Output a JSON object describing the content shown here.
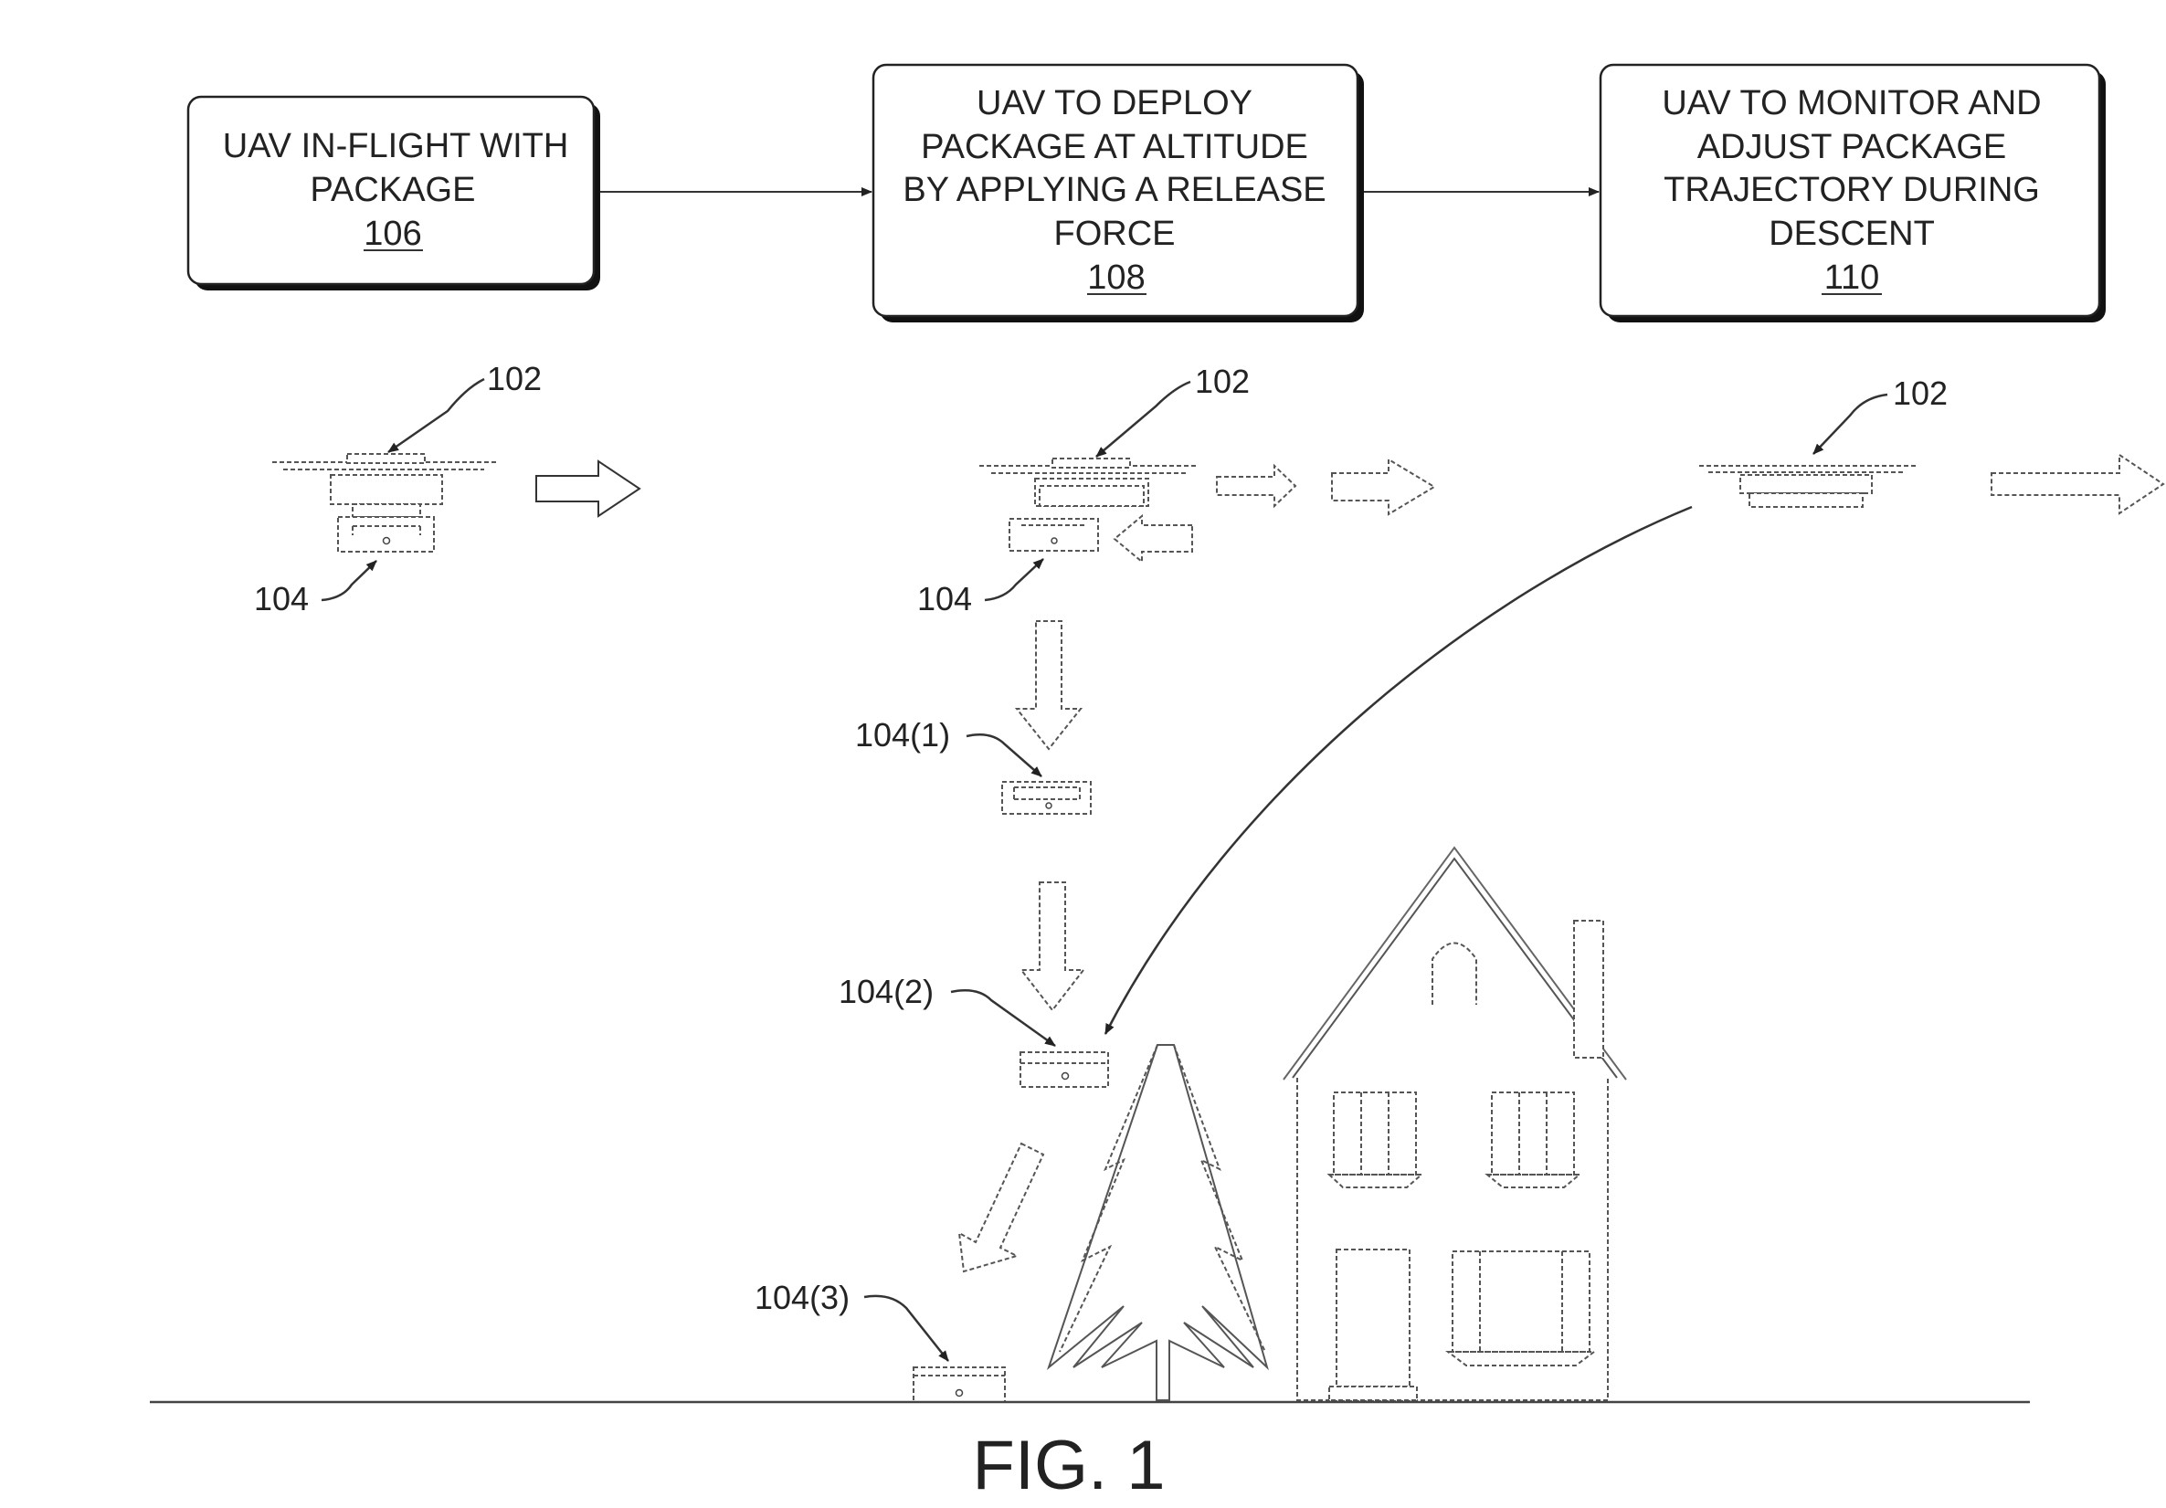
{
  "steps": [
    {
      "lines": [
        "UAV IN-FLIGHT WITH",
        "PACKAGE"
      ],
      "ref": "106"
    },
    {
      "lines": [
        "UAV TO DEPLOY",
        "PACKAGE AT ALTITUDE",
        "BY APPLYING A RELEASE",
        "FORCE"
      ],
      "ref": "108"
    },
    {
      "lines": [
        "UAV TO MONITOR AND",
        "ADJUST PACKAGE",
        "TRAJECTORY DURING",
        "DESCENT"
      ],
      "ref": "110"
    }
  ],
  "labels": {
    "uav_1": "102",
    "uav_2": "102",
    "uav_3": "102",
    "package_1": "104",
    "package_2": "104",
    "package_descent_1": "104(1)",
    "package_descent_2": "104(2)",
    "package_descent_3": "104(3)"
  },
  "figure_caption": "FIG. 1"
}
